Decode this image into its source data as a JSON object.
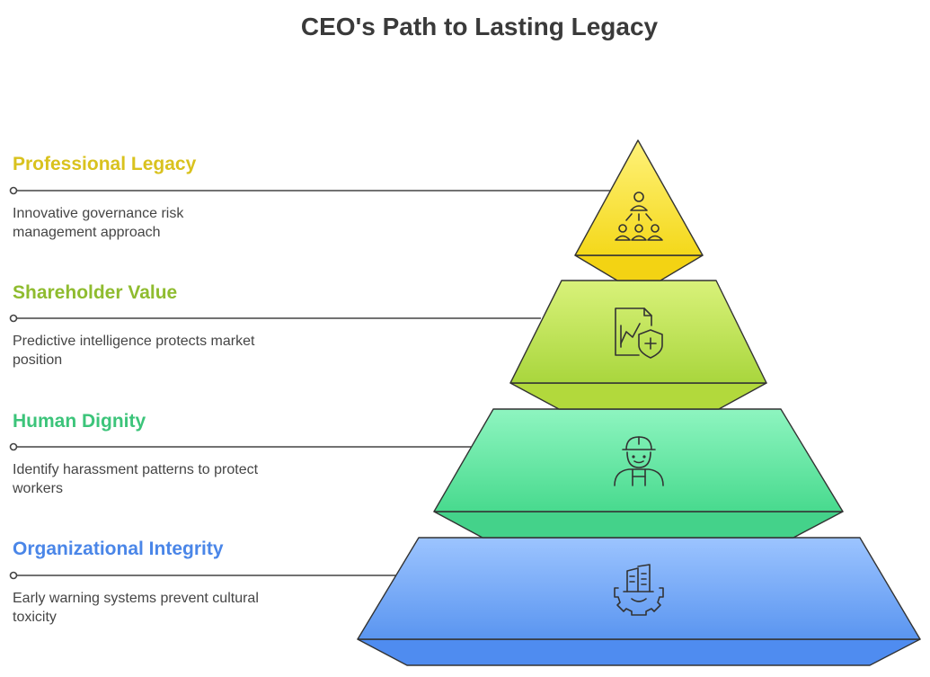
{
  "title": "CEO's Path to Lasting Legacy",
  "levels": [
    {
      "title": "Professional Legacy",
      "description": "Innovative governance risk management approach",
      "color": "#d9c21e",
      "icon": "team-leader-icon"
    },
    {
      "title": "Shareholder Value",
      "description": "Predictive intelligence protects market position",
      "color": "#8fbc2f",
      "icon": "document-chart-shield-icon"
    },
    {
      "title": "Human Dignity",
      "description": "Identify harassment patterns to protect workers",
      "color": "#3cc47a",
      "icon": "worker-hardhat-icon"
    },
    {
      "title": "Organizational Integrity",
      "description": "Early warning systems prevent cultural toxicity",
      "color": "#4a86e8",
      "icon": "gear-building-icon"
    }
  ]
}
